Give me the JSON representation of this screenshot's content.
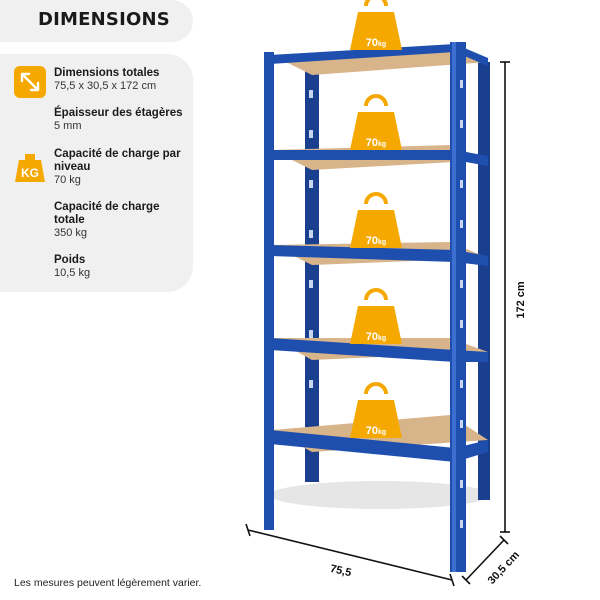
{
  "title": "DIMENSIONS",
  "specs": [
    {
      "label": "Dimensions totales",
      "value": "75,5 x 30,5 x 172 cm"
    },
    {
      "label": "Épaisseur des étagères",
      "value": "5 mm"
    },
    {
      "label": "Capacité de charge par niveau",
      "value": "70 kg"
    },
    {
      "label": "Capacité de charge totale",
      "value": "350 kg"
    },
    {
      "label": "Poids",
      "value": "10,5 kg"
    }
  ],
  "icons": {
    "dimensions": "diagonal-arrow-icon",
    "weight": "kg-weight-icon"
  },
  "kg_icon_text": "KG",
  "weight_badge": {
    "value": "70",
    "unit": "kg"
  },
  "measurements": {
    "height": "172 cm",
    "width": "75,5",
    "depth": "30,5 cm"
  },
  "footnote": "Les mesures peuvent légèrement varier.",
  "colors": {
    "accent": "#f5a800",
    "shelf_blue": "#1f4fae",
    "panel": "#f0f0f0",
    "board": "#d8b48a"
  }
}
